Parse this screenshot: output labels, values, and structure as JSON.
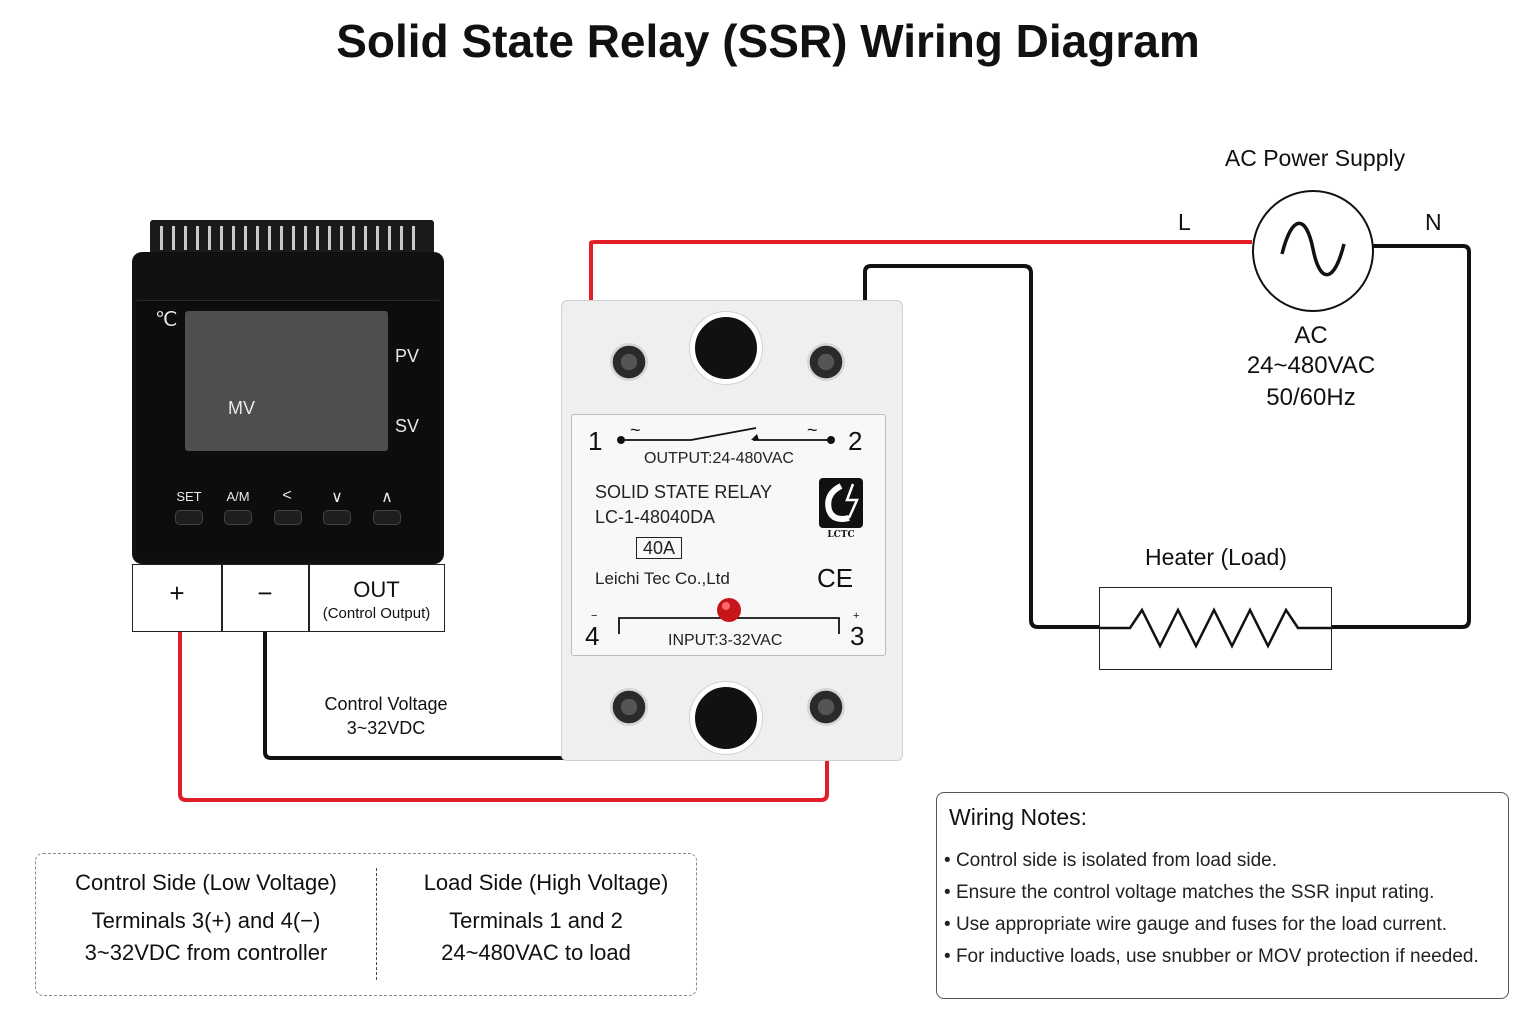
{
  "title": "Solid State Relay (SSR) Wiring Diagram",
  "controller": {
    "unit": "℃",
    "display_labels": {
      "mv": "MV",
      "pv": "PV",
      "sv": "SV"
    },
    "buttons": [
      "SET",
      "A/M",
      "<",
      "∨",
      "∧"
    ],
    "terminals": {
      "plus": "+",
      "minus": "−",
      "out": "OUT",
      "out_sub": "(Control Output)"
    }
  },
  "control_wire": {
    "label": "Control Voltage",
    "value": "3~32VDC"
  },
  "ssr": {
    "terminal_1": "1",
    "terminal_2": "2",
    "terminal_3": "3",
    "terminal_4": "4",
    "tilde_left": "~",
    "tilde_right": "~",
    "output_label": "OUTPUT:24-480VAC",
    "product_name": "SOLID STATE RELAY",
    "model": "LC-1-48040DA",
    "rating": "40A",
    "maker": "Leichi Tec Co.,Ltd",
    "logo_text": "LCTC",
    "ce_mark": "CE",
    "input_label": "INPUT:3-32VAC",
    "minus_mark": "−",
    "plus_mark": "+"
  },
  "power_supply": {
    "title": "AC Power Supply",
    "line": "L",
    "neutral": "N",
    "type": "AC",
    "voltage": "24~480VAC",
    "frequency": "50/60Hz"
  },
  "load": {
    "title": "Heater (Load)"
  },
  "notes": {
    "title": "Wiring Notes:",
    "items": [
      "Control side is isolated from load side.",
      "Ensure the control voltage matches the SSR input rating.",
      "Use appropriate wire gauge and fuses for the load current.",
      "For inductive loads, use snubber or MOV protection if needed."
    ]
  },
  "summary": {
    "control": {
      "title": "Control Side (Low Voltage)",
      "line1": "Terminals 3(+) and 4(−)",
      "line2": "3~32VDC from controller"
    },
    "load": {
      "title": "Load Side (High Voltage)",
      "line1": "Terminals 1 and 2",
      "line2": "24~480VAC to load"
    }
  },
  "colors": {
    "positive_wire": "#e21f26",
    "negative_wire": "#111111",
    "led": "#c8141b"
  }
}
